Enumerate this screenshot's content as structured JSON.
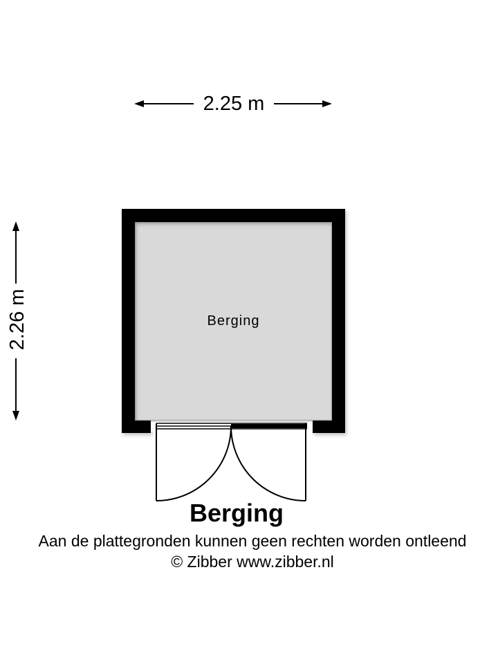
{
  "dimensions": {
    "width_label": "2.25 m",
    "height_label": "2.26 m"
  },
  "room": {
    "name": "Berging",
    "floor_color": "#d9d9d9",
    "wall_color": "#000000"
  },
  "footer": {
    "title": "Berging",
    "disclaimer": "Aan de plattegronden kunnen geen rechten worden ontleend",
    "copyright": "© Zibber www.zibber.nl"
  }
}
